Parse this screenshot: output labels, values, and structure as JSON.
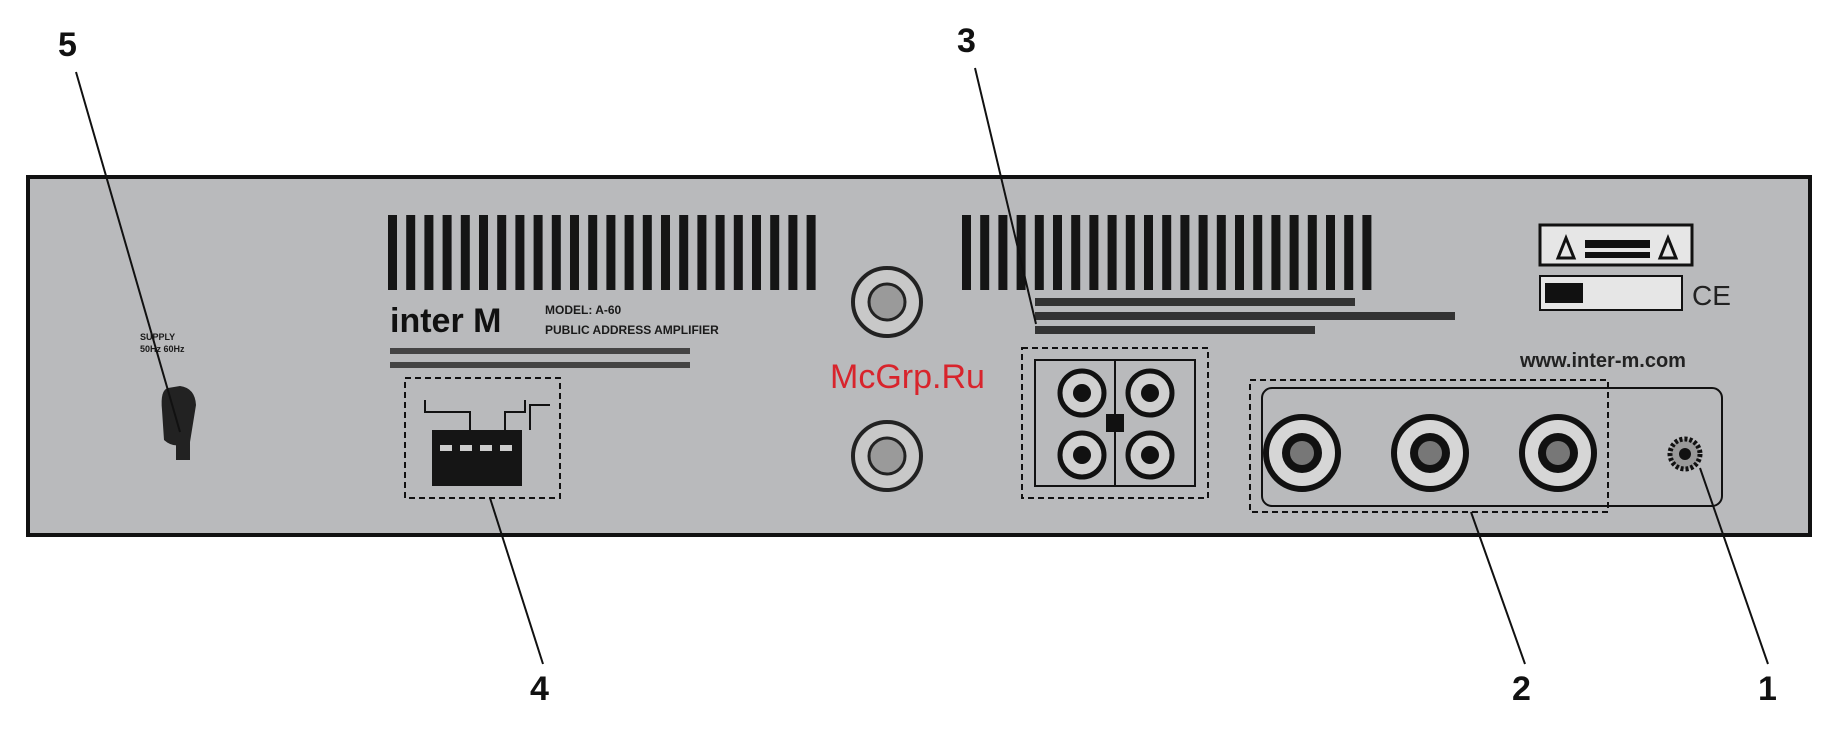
{
  "colors": {
    "panel_fill": "#b9babc",
    "panel_stroke": "#111111",
    "vent_fill": "#151515",
    "watermark": "#d8242c"
  },
  "panel": {
    "brand": "inter M",
    "model_line": "MODEL: A-60",
    "type_line": "PUBLIC ADDRESS AMPLIFIER",
    "website": "www.inter-m.com",
    "ce_mark": "CE"
  },
  "watermark": "McGrp.Ru",
  "callouts": [
    {
      "id": "1",
      "label": "1"
    },
    {
      "id": "2",
      "label": "2"
    },
    {
      "id": "3",
      "label": "3"
    },
    {
      "id": "4",
      "label": "4"
    },
    {
      "id": "5",
      "label": "5"
    }
  ]
}
